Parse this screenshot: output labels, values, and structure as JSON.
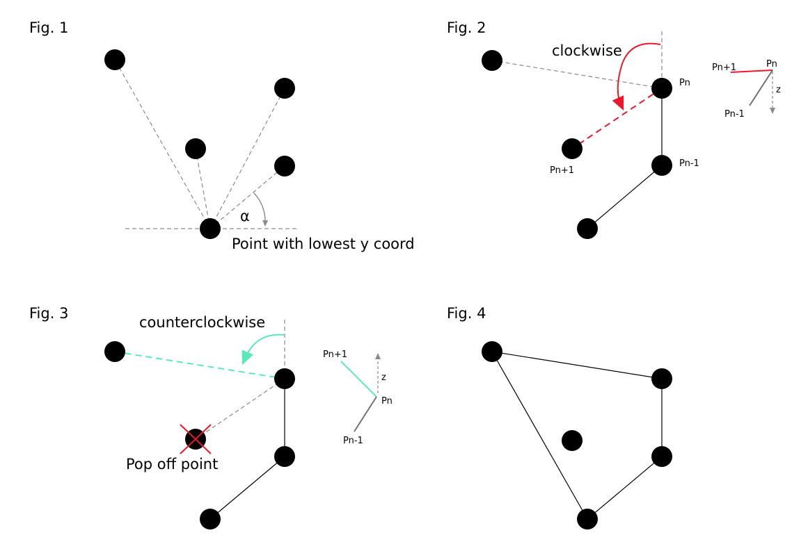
{
  "fig1": {
    "title": "Fig. 1",
    "alpha_label": "α",
    "lowest_label": "Point with lowest y coord"
  },
  "fig2": {
    "title": "Fig. 2",
    "rotation_label": "clockwise",
    "pn_label": "Pn",
    "pn_minus_1_label": "Pn-1",
    "pn_plus_1_label": "Pn+1",
    "inset": {
      "pn_plus_1": "Pn+1",
      "pn": "Pn",
      "pn_minus_1": "Pn-1",
      "z": "z"
    }
  },
  "fig3": {
    "title": "Fig. 3",
    "rotation_label": "counterclockwise",
    "pop_label": "Pop off point",
    "inset": {
      "pn_plus_1": "Pn+1",
      "pn": "Pn",
      "pn_minus_1": "Pn-1",
      "z": "z"
    }
  },
  "fig4": {
    "title": "Fig. 4"
  },
  "colors": {
    "clockwise": "#e8192c",
    "counterclockwise": "#5ce8b8",
    "guide": "#8a8a8a",
    "point": "#000000"
  }
}
